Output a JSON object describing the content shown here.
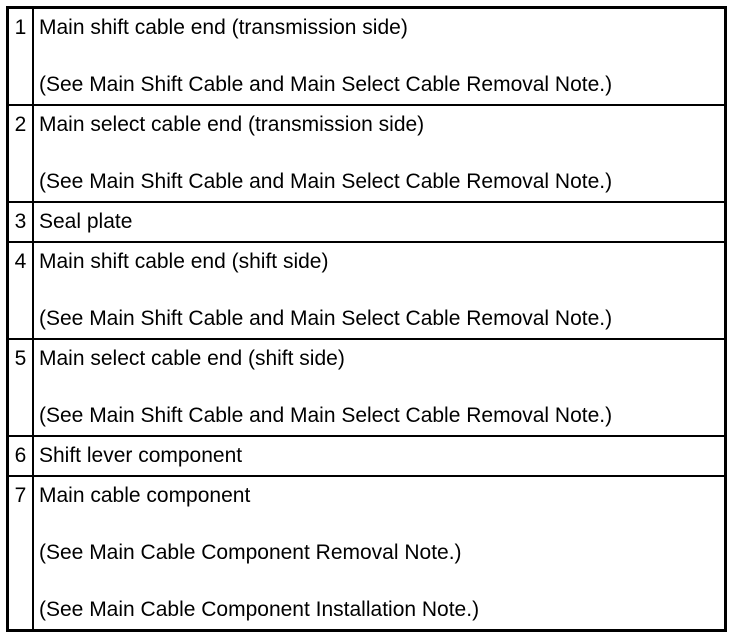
{
  "colors": {
    "border": "#000000",
    "background": "#ffffff",
    "text": "#000000"
  },
  "parts_table": {
    "columns": [
      "item-number",
      "description"
    ],
    "rows": [
      {
        "num": "1",
        "title": "Main shift cable end (transmission side)",
        "notes": [
          "(See Main Shift Cable and Main Select Cable Removal Note.)"
        ]
      },
      {
        "num": "2",
        "title": "Main select cable end (transmission side)",
        "notes": [
          "(See Main Shift Cable and Main Select Cable Removal Note.)"
        ]
      },
      {
        "num": "3",
        "title": "Seal plate",
        "notes": []
      },
      {
        "num": "4",
        "title": "Main shift cable end (shift side)",
        "notes": [
          "(See Main Shift Cable and Main Select Cable Removal Note.)"
        ]
      },
      {
        "num": "5",
        "title": "Main select cable end (shift side)",
        "notes": [
          "(See Main Shift Cable and Main Select Cable Removal Note.)"
        ]
      },
      {
        "num": "6",
        "title": "Shift lever component",
        "notes": []
      },
      {
        "num": "7",
        "title": "Main cable component",
        "notes": [
          "(See Main Cable Component Removal Note.)",
          "(See Main Cable Component Installation Note.)"
        ]
      }
    ]
  }
}
